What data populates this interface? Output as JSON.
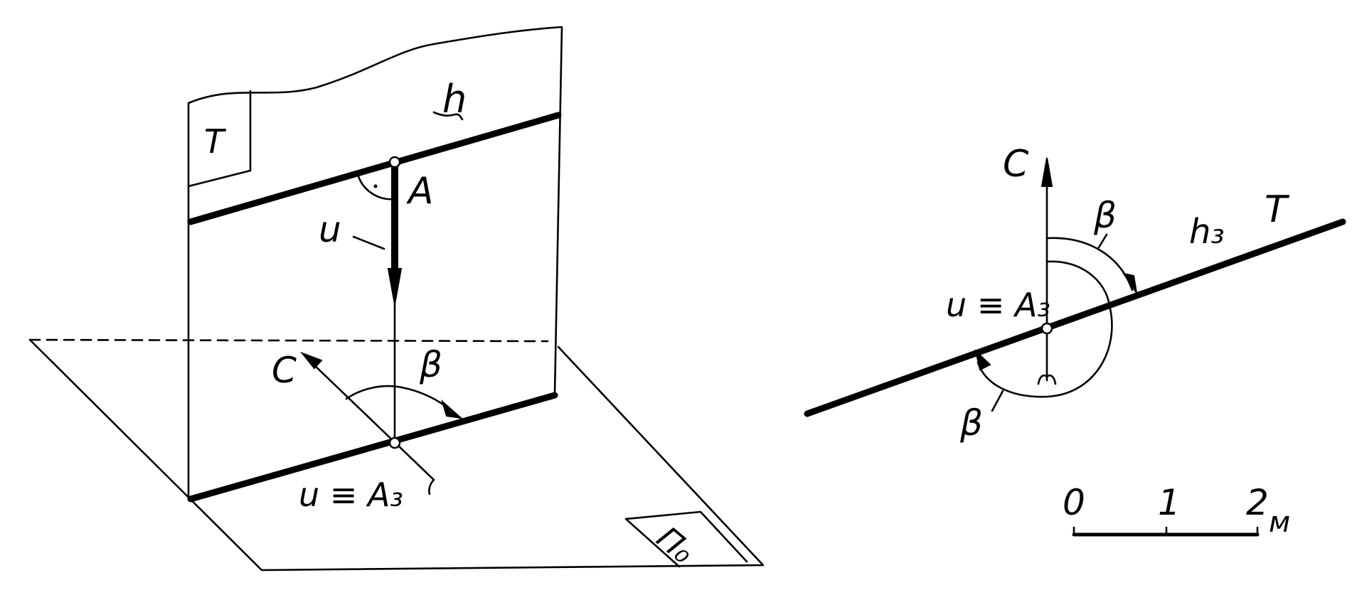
{
  "left_figure": {
    "plane_label": "T",
    "line_label": "h",
    "point_label": "A",
    "vertical_label": "u",
    "direction_label": "C",
    "angle_label": "β",
    "trace_label": "u ≡ A₃",
    "base_plane_label": "Π₀"
  },
  "right_figure": {
    "direction_label": "C",
    "angle_top_label": "β",
    "angle_bottom_label": "β",
    "line_label": "h₃",
    "plane_label": "T",
    "point_label": "u ≡ A₃"
  },
  "scale": {
    "ticks": [
      "0",
      "1",
      "2"
    ],
    "unit": "м"
  },
  "colors": {
    "ink": "#000000",
    "paper": "#ffffff"
  }
}
